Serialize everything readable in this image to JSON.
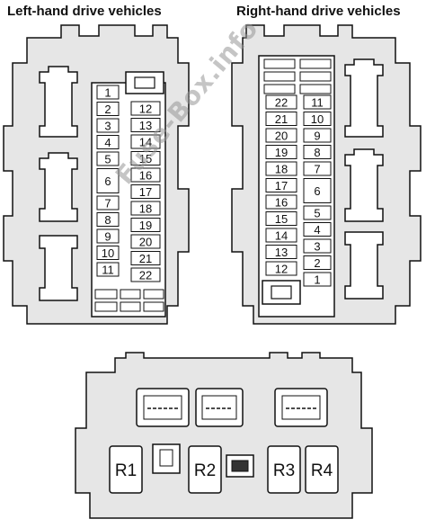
{
  "headings": {
    "left": "Left-hand drive vehicles",
    "right": "Right-hand drive vehicles"
  },
  "left_box": {
    "fuses_left_column": [
      "1",
      "2",
      "3",
      "4",
      "5",
      "6",
      "7",
      "8",
      "9",
      "10",
      "11"
    ],
    "fuses_right_column": [
      "12",
      "13",
      "14",
      "15",
      "16",
      "17",
      "18",
      "19",
      "20",
      "21",
      "22"
    ]
  },
  "right_box": {
    "fuses_left_column": [
      "22",
      "21",
      "20",
      "19",
      "18",
      "17",
      "16",
      "15",
      "14",
      "13",
      "12"
    ],
    "fuses_right_column": [
      "11",
      "10",
      "9",
      "8",
      "7",
      "6",
      "5",
      "4",
      "3",
      "2",
      "1"
    ]
  },
  "relay_box": {
    "relays": [
      "R1",
      "R2",
      "R3",
      "R4"
    ]
  },
  "watermark": "Fuse-Box.info",
  "colors": {
    "housing": "#e6e6e6",
    "outline": "#111111",
    "background": "#ffffff"
  }
}
